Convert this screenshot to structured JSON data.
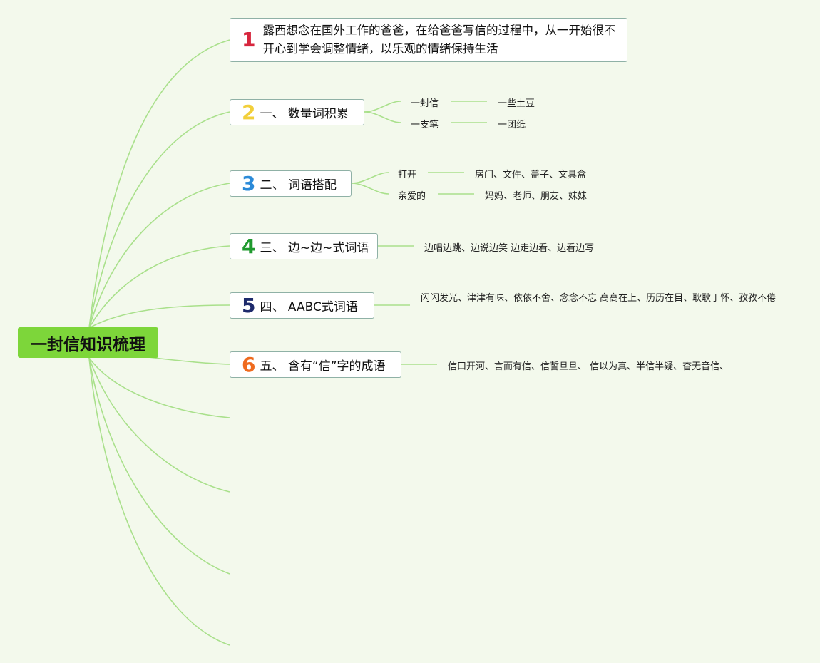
{
  "root": {
    "label": "一封信知识梳理"
  },
  "topics": [
    {
      "num": "1",
      "color": "#d7263d",
      "label": "露西想念在国外工作的爸爸，在给爸爸写信的过程中，从一开始很不开心到学会调整情绪，以乐观的情绪保持生活"
    },
    {
      "num": "2",
      "color": "#f2cf3a",
      "label": "一、 数量词积累",
      "children": [
        {
          "label": "一封信",
          "value": "一些土豆"
        },
        {
          "label": "一支笔",
          "value": "一团纸"
        }
      ]
    },
    {
      "num": "3",
      "color": "#2b8ad8",
      "label": "二、 词语搭配",
      "children": [
        {
          "label": "打开",
          "value": "房门、文件、盖子、文具盒"
        },
        {
          "label": "亲爱的",
          "value": "妈妈、老师、朋友、妹妹"
        }
      ]
    },
    {
      "num": "4",
      "color": "#1f9a2e",
      "label": "三、 边~边~式词语",
      "detail": "边唱边跳、边说边笑 边走边看、边看边写"
    },
    {
      "num": "5",
      "color": "#1d2a6b",
      "label": "四、 AABC式词语",
      "detail": "闪闪发光、津津有味、依依不舍、念念不忘 高高在上、历历在目、耿耿于怀、孜孜不倦"
    },
    {
      "num": "6",
      "color": "#ef6a1e",
      "label": "五、 含有“信”字的成语",
      "detail": "信口开河、言而有信、信誓旦旦、 信以为真、半信半疑、杳无音信、"
    }
  ],
  "colors": {
    "branch": "#a9e08b",
    "background": "#f3f9ec",
    "root": "#7dd63a",
    "topic_border": "#8fb1a6"
  }
}
